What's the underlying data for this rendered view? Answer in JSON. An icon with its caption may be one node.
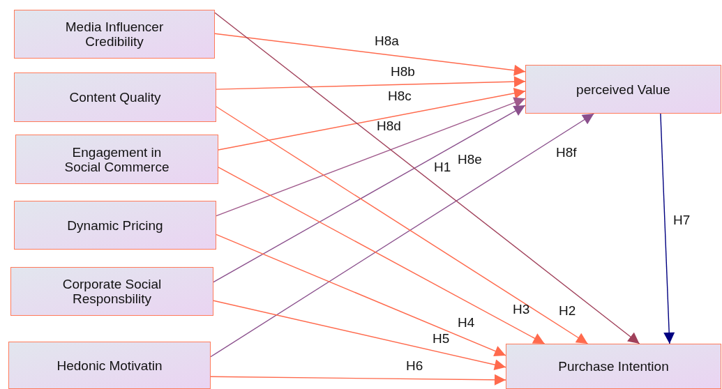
{
  "diagram": {
    "nodes": [
      {
        "text": [
          "Media Influencer Credibility"
        ]
      },
      {
        "text": [
          "Content Quality"
        ]
      },
      {
        "text": [
          "Engagement in Social Commerce"
        ]
      },
      {
        "text": [
          "Dynamic Pricing"
        ]
      },
      {
        "text": [
          "Corporate Social Responsbility"
        ]
      },
      {
        "text": [
          "Hedonic Motivatin"
        ]
      },
      {
        "text": [
          "perceived Value"
        ]
      },
      {
        "text": [
          "Purchase Intention"
        ]
      }
    ],
    "edges": [
      {
        "from": 0,
        "to": 6,
        "arrow": "to",
        "label": "H8a"
      },
      {
        "from": 1,
        "to": 6,
        "arrow": "to",
        "label": "H8b"
      },
      {
        "from": 2,
        "to": 6,
        "arrow": "to",
        "label": "H8c"
      },
      {
        "from": 3,
        "to": 6,
        "arrow": "to",
        "label": "H8d",
        "color": "#a05a8c"
      },
      {
        "from": 4,
        "to": 6,
        "arrow": "to",
        "label": "H8e",
        "color": "#8a4f8c"
      },
      {
        "from": 5,
        "to": 6,
        "arrow": "to",
        "label": "H8f",
        "color": "#8a4f8c"
      },
      {
        "from": 0,
        "to": 7,
        "arrow": "to",
        "label": "H1",
        "color": "#a0405a"
      },
      {
        "from": 1,
        "to": 7,
        "arrow": "to",
        "label": "H2"
      },
      {
        "from": 2,
        "to": 7,
        "arrow": "to",
        "label": "H3"
      },
      {
        "from": 3,
        "to": 7,
        "arrow": "to",
        "label": "H4"
      },
      {
        "from": 4,
        "to": 7,
        "arrow": "to",
        "label": "H5"
      },
      {
        "from": 5,
        "to": 7,
        "arrow": "to",
        "label": "H6"
      },
      {
        "from": 6,
        "to": 7,
        "arrow": "to",
        "label": "H7",
        "color": "#000080"
      }
    ]
  }
}
